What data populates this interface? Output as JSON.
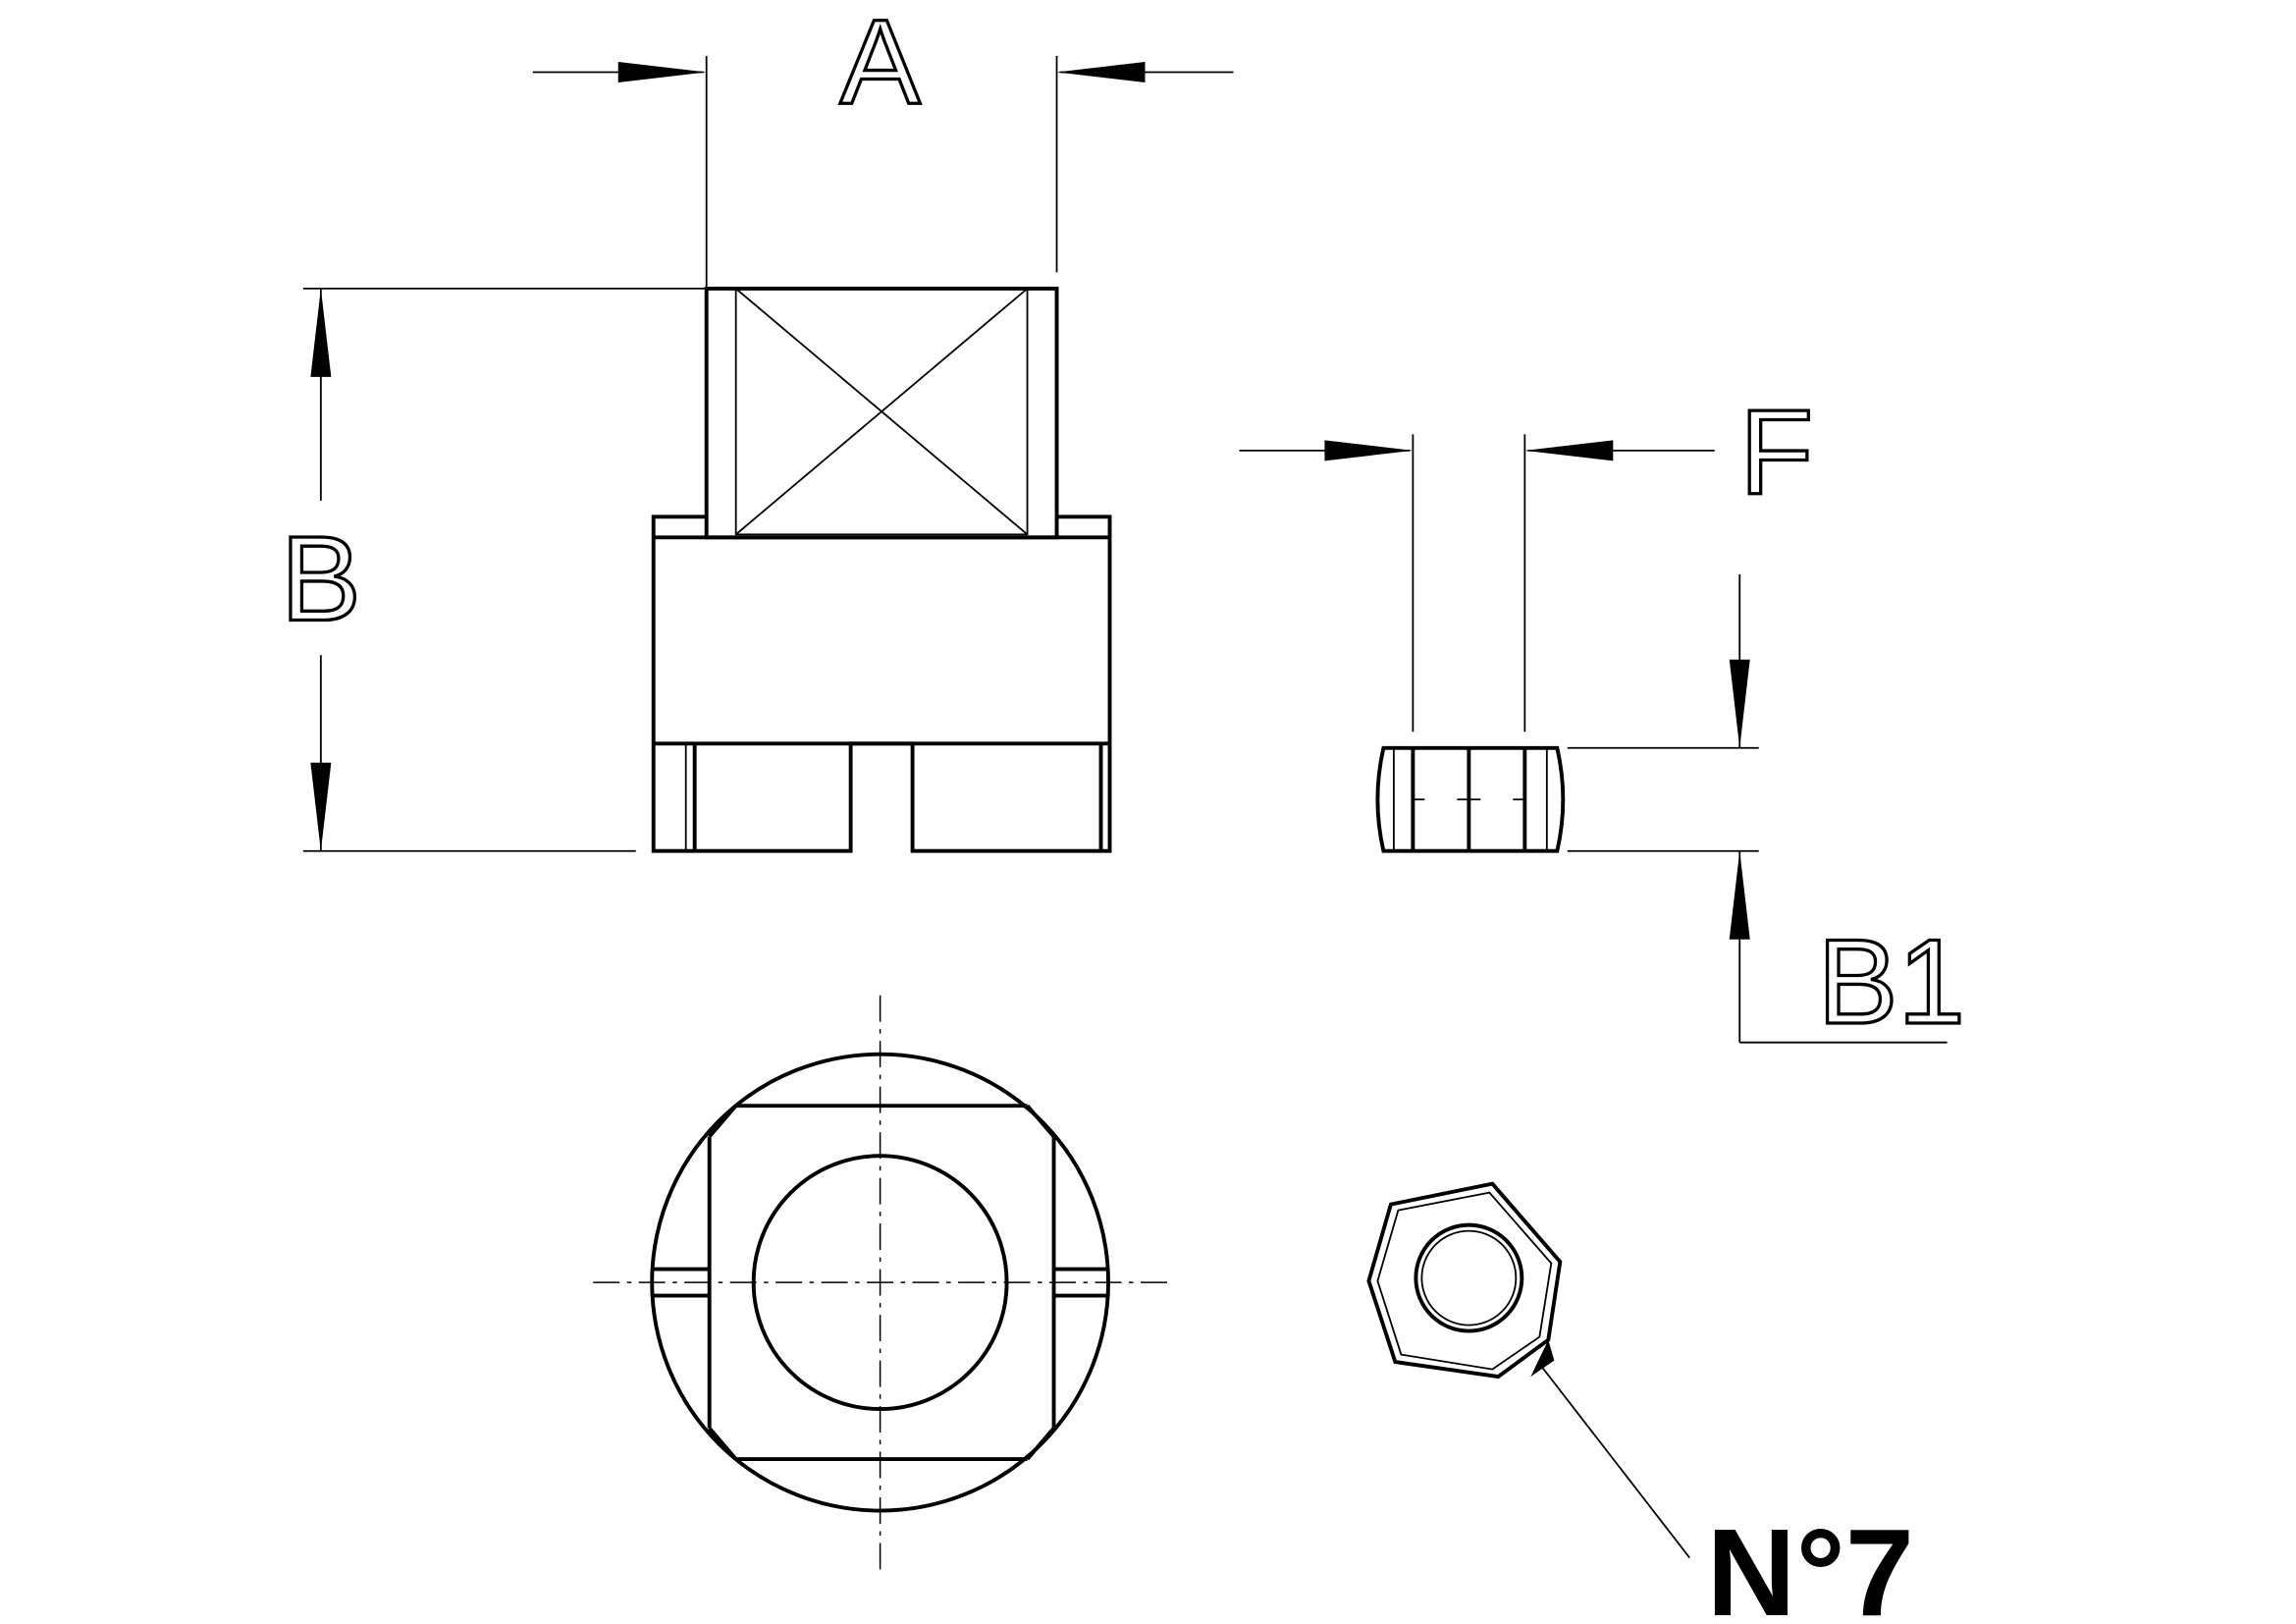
{
  "drawing": {
    "labels": {
      "dim_a": "A",
      "dim_b": "B",
      "dim_f": "F",
      "dim_b1": "B1",
      "part_number": "N°7"
    },
    "line_color": "#000000",
    "background": "#ffffff"
  }
}
